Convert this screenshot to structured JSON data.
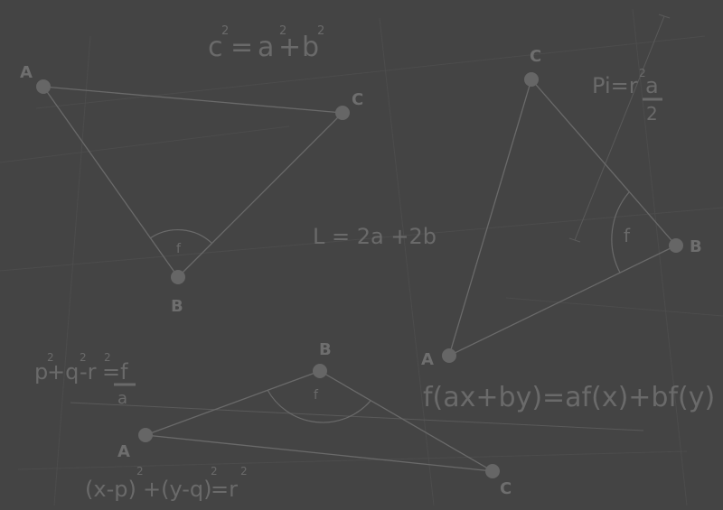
{
  "formulas": {
    "pythagoras": {
      "base_c": "c",
      "eq": "=",
      "base_a": "a",
      "plus": "+",
      "base_b": "b",
      "exp": "2"
    },
    "perimeter": "L = 2a +2b",
    "pi": {
      "lhs": "Pi=r",
      "exp": "2",
      "numerator": "a",
      "denominator": "2"
    },
    "sum_squares": {
      "p": "p",
      "plus_q": "+q",
      "minus_r": "-r",
      "eq_f": "=f",
      "exp": "2",
      "denominator": "a"
    },
    "linearity": "f(ax+by)=af(x)+bf(y)",
    "circle": {
      "xp": "(x-p)",
      "yq": "+(y-q)",
      "eq_r": "=r",
      "exp": "2"
    }
  },
  "triangles": {
    "top_left": {
      "a": "A",
      "b": "B",
      "c": "C",
      "angle": "f"
    },
    "right": {
      "a": "A",
      "b": "B",
      "c": "C",
      "angle": "f"
    },
    "bottom": {
      "a": "A",
      "b": "B",
      "c": "C",
      "angle": "f"
    }
  }
}
